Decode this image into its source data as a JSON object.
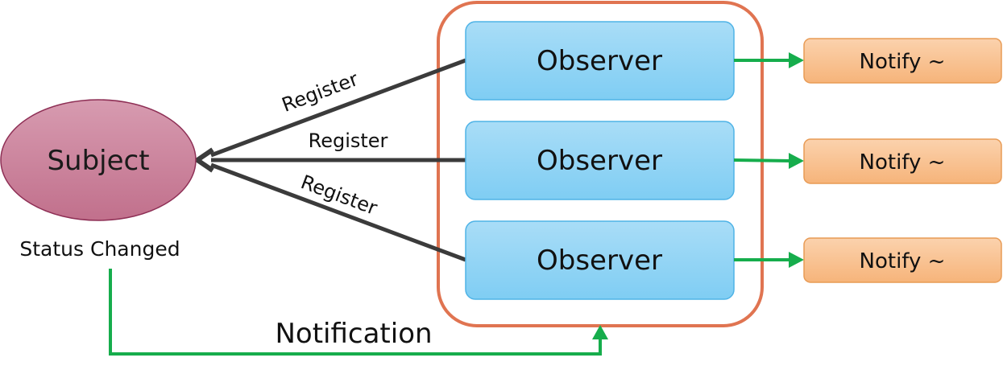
{
  "subject": {
    "label": "Subject",
    "status_label": "Status Changed"
  },
  "observers": [
    {
      "label": "Observer",
      "register_label": "Register",
      "notify_label": "Notify ~"
    },
    {
      "label": "Observer",
      "register_label": "Register",
      "notify_label": "Notify ~"
    },
    {
      "label": "Observer",
      "register_label": "Register",
      "notify_label": "Notify ~"
    }
  ],
  "notification_label": "Notification",
  "colors": {
    "subject_fill_top": "#d79bb0",
    "subject_fill_bottom": "#c1708c",
    "subject_border": "#8e2f55",
    "observer_fill_top": "#a9ddf7",
    "observer_fill_bottom": "#7fcdf3",
    "observer_border": "#4fb3e6",
    "notify_fill_top": "#fbd2ad",
    "notify_fill_bottom": "#f6b47a",
    "notify_border": "#e89b55",
    "group_border": "#e07451",
    "register_arrow": "#3b3b3b",
    "notify_arrow": "#16ad4c"
  }
}
